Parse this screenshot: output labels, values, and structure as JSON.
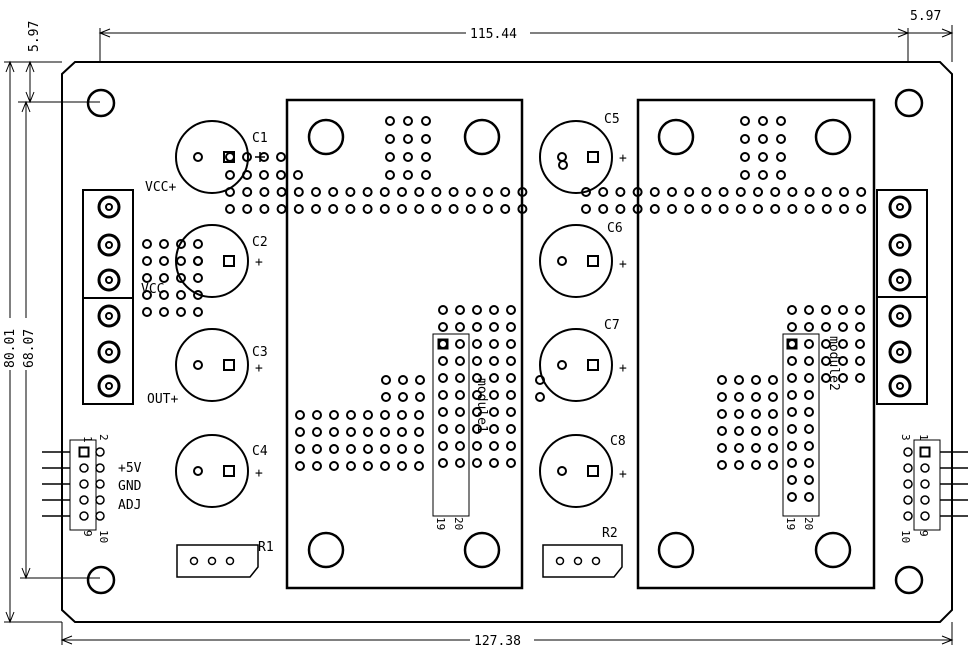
{
  "dimensions": {
    "top_overall": "115.44",
    "top_right_offset": "5.97",
    "left_top_offset": "5.97",
    "left_height_outer": "80.01",
    "left_height_inner": "68.07",
    "bottom_width": "127.38"
  },
  "components": {
    "c1": "C1",
    "c2": "C2",
    "c3": "C3",
    "c4": "C4",
    "c5": "C5",
    "c6": "C6",
    "c7": "C7",
    "c8": "C8",
    "r1": "R1",
    "r2": "R2",
    "plus": "+"
  },
  "labels": {
    "vcc_plus": "VCC+",
    "vcc": "VCC",
    "out_plus": "OUT+",
    "v5": "+5V",
    "gnd": "GND",
    "adj": "ADJ",
    "module1": "module1",
    "module2": "module2"
  },
  "pin_numbers": {
    "left_top_1": "1",
    "left_top_2": "2",
    "left_bottom_9": "9",
    "left_bottom_10": "10",
    "mod1_19": "19",
    "mod1_20": "20",
    "mod2_19": "19",
    "mod2_20": "20",
    "right_top_1": "1",
    "right_top_3": "3",
    "right_bottom_9": "9",
    "right_bottom_10": "10"
  }
}
